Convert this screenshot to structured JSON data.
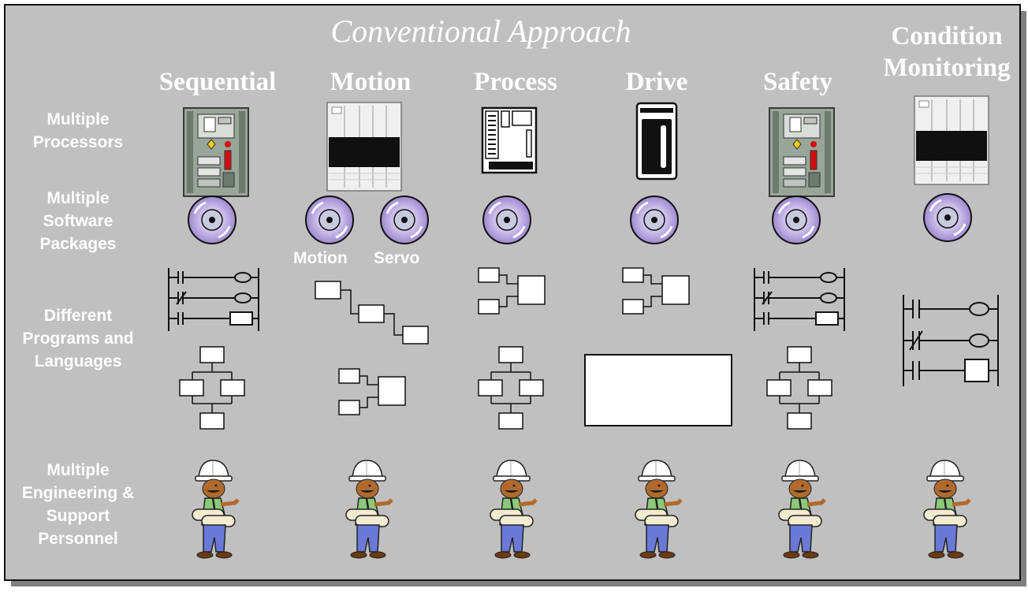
{
  "slide": {
    "title": "Conventional Approach",
    "columns": [
      "Sequential",
      "Motion",
      "Process",
      "Drive",
      "Safety",
      "Condition Monitoring"
    ],
    "rows": [
      "Multiple Processors",
      "Multiple Software Packages",
      "Different Programs and Languages",
      "Multiple Engineering & Support Personnel"
    ],
    "software_labels": [
      "Motion",
      "Servo"
    ],
    "colors": {
      "background": "#c0c0c0",
      "text": "#ffffff",
      "shadow": "#808080"
    }
  },
  "icons": {
    "processor": "plc-chassis-icon",
    "software": "cd-disc-icon",
    "ladder": "ladder-logic-icon",
    "function_block": "function-block-icon",
    "sfc": "sequential-function-chart-icon",
    "personnel": "engineer-icon"
  }
}
